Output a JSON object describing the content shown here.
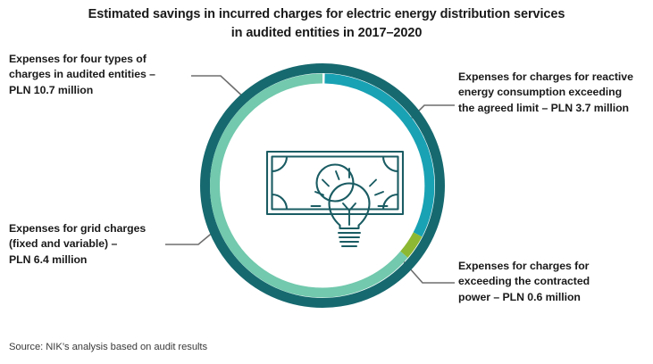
{
  "title": {
    "line1": "Estimated savings in incurred charges for electric energy distribution services",
    "line2": "in audited entities in 2017–2020"
  },
  "callouts": {
    "four_types": {
      "line1": "Expenses for four types of",
      "line2": "charges in audited entities –",
      "line3": "PLN 10.7 million"
    },
    "reactive": {
      "line1": "Expenses for charges for reactive",
      "line2": "energy consumption exceeding",
      "line3": "the agreed limit – PLN 3.7 million"
    },
    "grid": {
      "line1": "Expenses for grid charges",
      "line2": "(fixed and variable) –",
      "line3": "PLN 6.4 million"
    },
    "power": {
      "line1": "Expenses for charges for",
      "line2": "exceeding the contracted",
      "line3": "power – PLN 0.6 million"
    }
  },
  "source": "Source: NIK’s analysis based on audit results",
  "colors": {
    "outer_ring": "#16696f",
    "mint": "#72c9ad",
    "teal": "#19a2b4",
    "olive": "#8cb833",
    "icon": "#1a5c63",
    "leader_line": "#6e6e6e",
    "title_text": "#1a1a1a",
    "source_text": "#3a3a3a",
    "background": "#ffffff"
  },
  "icon": {
    "banknote": "banknote-icon",
    "lightbulb": "lightbulb-icon"
  },
  "chart_data": {
    "type": "pie",
    "variant": "donut",
    "title": "Estimated savings in incurred charges for electric energy distribution services in audited entities in 2017–2020",
    "unit": "PLN million",
    "legend_position": "callouts-around-chart",
    "total_label": "Expenses for four types of charges in audited entities – PLN 10.7 million",
    "total": 10.7,
    "categories": [
      "Expenses for grid charges (fixed and variable)",
      "Expenses for charges for reactive energy consumption exceeding the agreed limit",
      "Expenses for charges for exceeding the contracted power"
    ],
    "values": [
      6.4,
      3.7,
      0.6
    ],
    "value_labels": [
      "PLN 6.4 million",
      "PLN 3.7 million",
      "PLN 0.6 million"
    ],
    "segment_colors": [
      "#72c9ad",
      "#19a2b4",
      "#8cb833"
    ],
    "segments": [
      {
        "name": "Expenses for grid charges (fixed and variable)",
        "value": 6.4,
        "label": "PLN 6.4 million",
        "color": "#72c9ad",
        "start_angle_deg": 0,
        "end_angle_deg": 229.5
      },
      {
        "name": "Expenses for charges for reactive energy consumption exceeding the agreed limit",
        "value": 3.7,
        "label": "PLN 3.7 million",
        "color": "#19a2b4",
        "start_angle_deg": 249.5,
        "end_angle_deg": 360
      },
      {
        "name": "Expenses for charges for exceeding the contracted power",
        "value": 0.6,
        "label": "PLN 0.6 million",
        "color": "#8cb833",
        "start_angle_deg": 229.5,
        "end_angle_deg": 249.5
      }
    ],
    "xlabel": "",
    "ylabel": "",
    "grid": false
  }
}
